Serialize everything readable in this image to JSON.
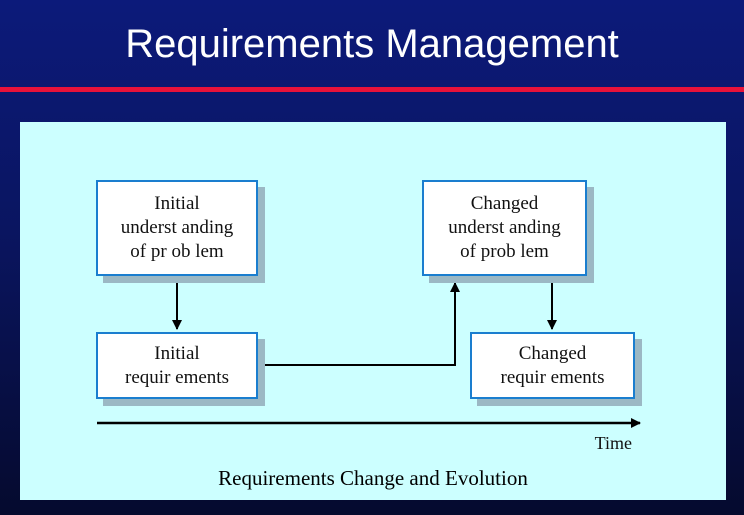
{
  "slide": {
    "title": "Requirements Management"
  },
  "diagram": {
    "boxes": {
      "initial_understanding": "Initial\nunderst anding\nof pr ob lem",
      "initial_requirements": "Initial\nrequir ements",
      "changed_understanding": "Changed\nunderst anding\nof prob lem",
      "changed_requirements": "Changed\nrequir ements"
    },
    "axis_label": "Time",
    "caption": "Requirements Change and Evolution"
  },
  "colors": {
    "background": "#0a1560",
    "title_rule": "#e8123a",
    "panel": "#ccffff",
    "box_border": "#1a7ecf"
  }
}
